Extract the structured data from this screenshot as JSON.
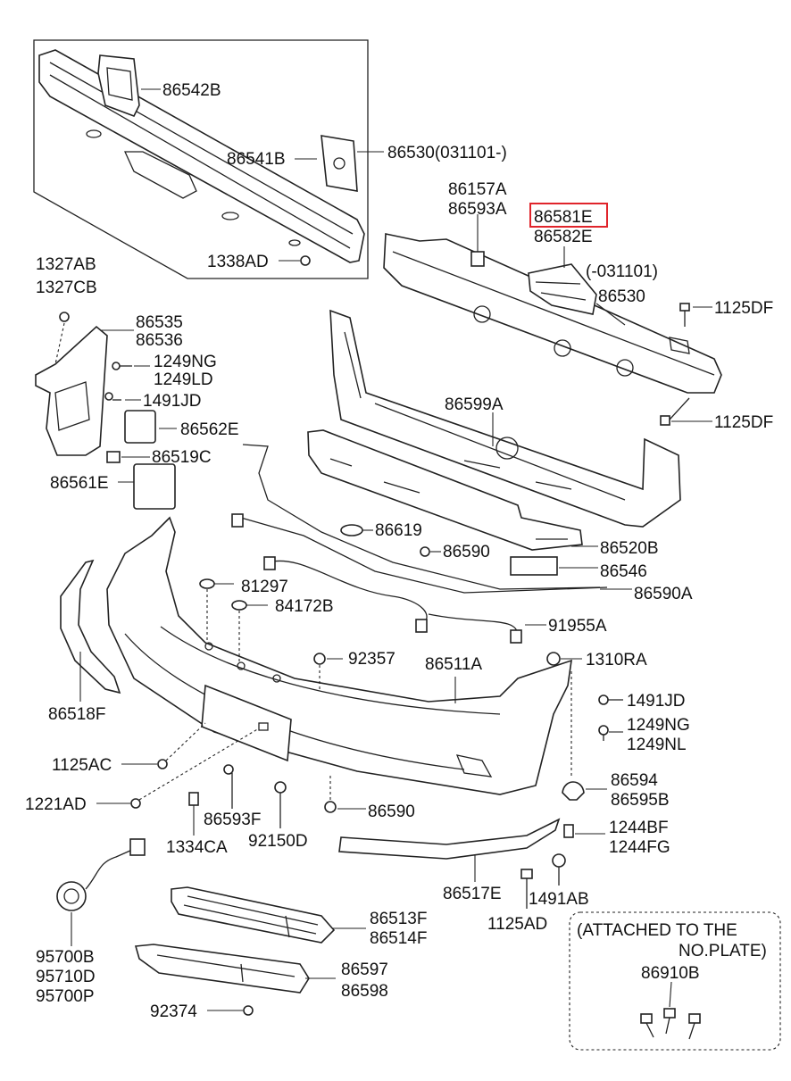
{
  "labels": {
    "p86542B": "86542B",
    "p86541B": "86541B",
    "p86530a": "86530(031101-)",
    "p1338AD": "1338AD",
    "p86157A": "86157A",
    "p86593A": "86593A",
    "p86581E": "86581E",
    "p86582E": "86582E",
    "p031101": "(-031101)",
    "p86530b": "86530",
    "p1125DF_1": "1125DF",
    "p1125DF_2": "1125DF",
    "p1327AB": "1327AB",
    "p1327CB": "1327CB",
    "p86535": "86535",
    "p86536": "86536",
    "p1249NG_1": "1249NG",
    "p1249LD": "1249LD",
    "p1491JD_1": "1491JD",
    "p86562E": "86562E",
    "p86519C": "86519C",
    "p86561E": "86561E",
    "p86599A": "86599A",
    "p86619": "86619",
    "p86590_1": "86590",
    "p86520B": "86520B",
    "p86546": "86546",
    "p86590A": "86590A",
    "p81297": "81297",
    "p84172B": "84172B",
    "p91955A": "91955A",
    "p92357": "92357",
    "p86511A": "86511A",
    "p1310RA": "1310RA",
    "p86518F": "86518F",
    "p1491JD_2": "1491JD",
    "p1249NG_2": "1249NG",
    "p1249NL": "1249NL",
    "p1125AC": "1125AC",
    "p86594": "86594",
    "p86595B": "86595B",
    "p1221AD": "1221AD",
    "p86593F": "86593F",
    "p86590_2": "86590",
    "p92150D": "92150D",
    "p1334CA": "1334CA",
    "p1244BF": "1244BF",
    "p1244FG": "1244FG",
    "p86517E": "86517E",
    "p1491AB": "1491AB",
    "p1125AD": "1125AD",
    "p86513F": "86513F",
    "p86514F": "86514F",
    "p95700B": "95700B",
    "p95710D": "95710D",
    "p95700P": "95700P",
    "p86597": "86597",
    "p86598": "86598",
    "p92374": "92374",
    "attached_line1": "(ATTACHED TO THE",
    "attached_line2": "NO.PLATE)",
    "p86910B": "86910B"
  },
  "highlight": {
    "part": "86581E",
    "color": "#e0242b"
  }
}
